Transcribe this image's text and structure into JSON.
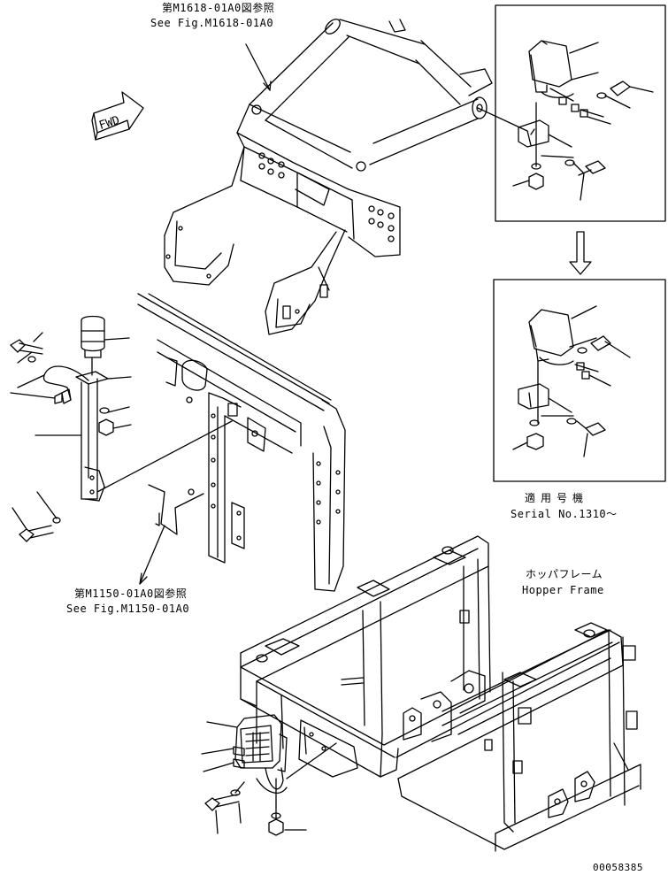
{
  "refs": {
    "top_ref_jp": "第M1618-01A0図参照",
    "top_ref_en": "See Fig.M1618-01A0",
    "mid_ref_jp": "第M1150-01A0図参照",
    "mid_ref_en": "See Fig.M1150-01A0"
  },
  "fwd_label": "FWD",
  "serial": {
    "jp": "適用号機",
    "en": "Serial No.1310～"
  },
  "hopper": {
    "jp": "ホッパフレーム",
    "en": "Hopper Frame"
  },
  "drawing_number": "00058385"
}
